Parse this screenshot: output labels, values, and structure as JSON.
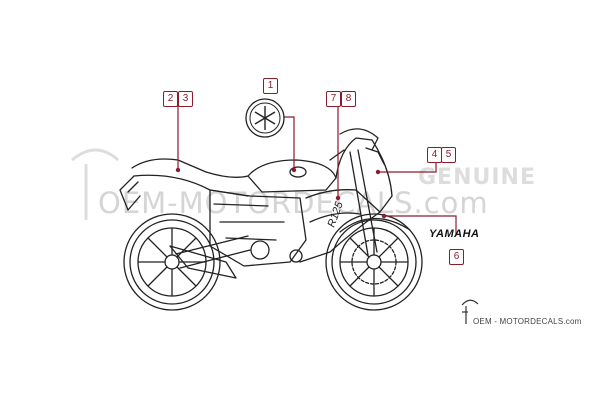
{
  "callouts": [
    "1",
    "2",
    "3",
    "4",
    "5",
    "6",
    "7",
    "8"
  ],
  "watermark": {
    "genuine": "GENUINE",
    "main": "OEM-MOTORDECALS.com"
  },
  "model_badge": "R125",
  "brand_label": "YAMAHA",
  "footer_text": "OEM - MOTORDECALS.com",
  "colors": {
    "callout": "#8a1c2b",
    "line": "#222222",
    "watermark": "#d5d5d5"
  }
}
